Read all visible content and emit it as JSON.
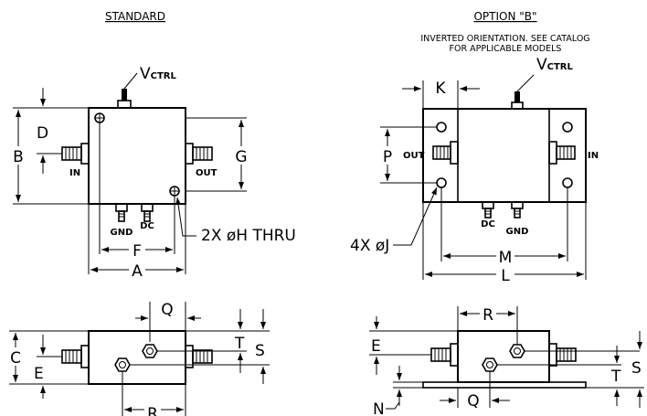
{
  "headers": {
    "standard": "STANDARD",
    "option_b": "OPTION \"B\"",
    "option_note_1": "INVERTED ORIENTATION. SEE CATALOG",
    "option_note_2": "FOR APPLICABLE MODELS"
  },
  "vctrl": {
    "v": "V",
    "ctrl": "CTRL"
  },
  "ports": {
    "in": "IN",
    "out": "OUT",
    "gnd": "GND",
    "dc": "DC"
  },
  "dims": {
    "A": "A",
    "B": "B",
    "C": "C",
    "D": "D",
    "E": "E",
    "F": "F",
    "G": "G",
    "K": "K",
    "L": "L",
    "M": "M",
    "N": "N",
    "P": "P",
    "Q": "Q",
    "R": "R",
    "S": "S",
    "T": "T"
  },
  "callouts": {
    "h_thru": "2X øH THRU",
    "j_holes": "4X øJ"
  }
}
